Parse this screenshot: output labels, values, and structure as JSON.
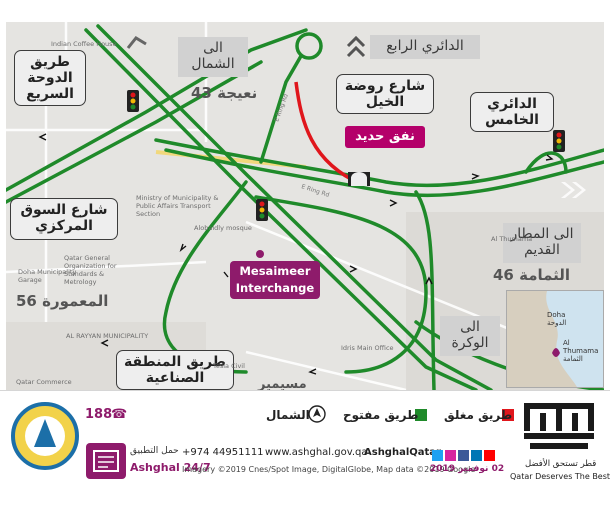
{
  "map": {
    "labels": {
      "ring4": "الدائري الرابع",
      "north": "الى\nالشمال",
      "naija": "نعيجة 43",
      "doha_expressway": "طريق\nالدوحة\nالسريع",
      "rawdat_khail": "شارع روضة\nالخيل",
      "iron_tunnel": "نفق حديد",
      "ring5": "الدائري\nالخامس",
      "central_market": "شارع السوق\nالمركزي",
      "interchange": "Mesaimeer\nInterchange",
      "old_airport": "الى المطار\nالقديم",
      "thumama": "الثمامة 46",
      "mamoura": "المعمورة 56",
      "wakra": "الى\nالوكرة",
      "industrial_road": "طريق المنطقة\nالصناعية",
      "mesaimeer": "مسيمير",
      "e_ring_rd_1": "E Ring Rd",
      "e_ring_rd_2": "E Ring Rd"
    },
    "places": {
      "indian_coffee": "Indian Coffee House",
      "ministry": "Ministry of Municipality & Public Affairs Transport Section",
      "alobaidly": "Alobaidly mosque",
      "doha_municipality": "Doha Municipality Garage",
      "qatar_general": "Qatar General Organization for Standards & Metrology",
      "al_rayyan": "AL RAYYAN MUNICIPALITY",
      "idris": "Idris Main Office",
      "al_thumama": "Al Thumama",
      "tesla_civil": "Tesla Civil",
      "qatar_commerce": "Qatar Commerce"
    },
    "inset": {
      "doha": "Doha\nالدوحة",
      "thumama": "Al Thumama\nالثمامة"
    }
  },
  "legend": {
    "closed": "طريق مغلق",
    "open": "طريق مفتوح",
    "north": "الشمال"
  },
  "footer": {
    "hotline": "188",
    "phone": "+974  44951111",
    "website": "www.ashghal.gov.qa",
    "social_handle": "AshghalQatar",
    "app_download": "حمل التطبيق",
    "app_name": "Ashghal 24/7",
    "imagery_credit": "Imagery ©2019 Cnes/Spot Image, DigitalGlobe, Map data ©2019 Google",
    "date": "02 نوفمبر 2019",
    "slogan_ar": "قطر تستحق الأفضل",
    "slogan_en": "Qatar Deserves The Best"
  },
  "colors": {
    "road_green": "#1f8a2a",
    "road_red": "#e0161c",
    "callout_red": "#b4006a",
    "interchange_purple": "#8e1b6b"
  }
}
